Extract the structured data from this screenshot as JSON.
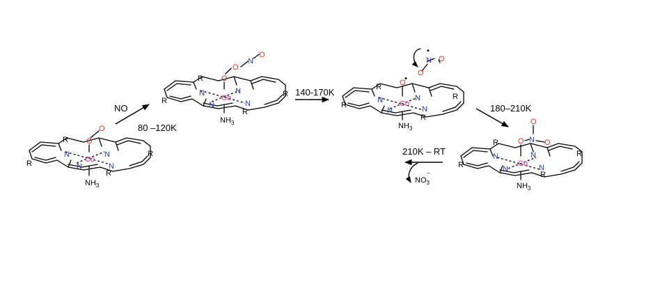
{
  "colors": {
    "nitrogen": "#1f3ad6",
    "oxygen": "#e0301e",
    "cobalt": "#e0249a",
    "carbon": "#000000"
  },
  "atoms": {
    "N": "N",
    "Co": "Co",
    "O": "O",
    "R": "R",
    "NH": "NH",
    "three": "3"
  },
  "radical_dot": "•",
  "steps": {
    "reagent_1": "NO",
    "condition_1": "80 –120K",
    "condition_2": "140-170K",
    "condition_3": "180–210K",
    "condition_4": "210K – RT",
    "byproduct": "NO",
    "byproduct_sub": "3",
    "byproduct_charge": "–"
  }
}
